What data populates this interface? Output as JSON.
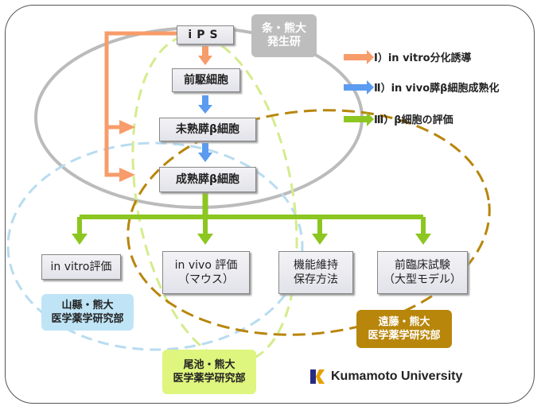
{
  "nodes": {
    "ips": "iPS",
    "precursor": "前駆細胞",
    "immature": "未熟膵β細胞",
    "mature": "成熟膵β細胞",
    "invitro_eval": "in vitro評価",
    "invivo_eval": "in vivo 評価\n（マウス）",
    "function": "機能維持\n保存方法",
    "preclinical": "前臨床試験\n（大型モデル）"
  },
  "groups": {
    "jo": "条・熊大\n発生研",
    "yamagata": "山縣・熊大\n医学薬学研究部",
    "oike": "尾池・熊大\n医学薬学研究部",
    "endo": "遠藤・熊大\n医学薬学研究部"
  },
  "legend": [
    {
      "label": "Ⅰ）in vitro分化誘導",
      "color": "#f79c6b"
    },
    {
      "label": "Ⅱ）in vivo膵β細胞成熟化",
      "color": "#5b9bf0"
    },
    {
      "label": "Ⅲ）β細胞の評価",
      "color": "#8cc620"
    }
  ],
  "logo_text": "Kumamoto University",
  "colors": {
    "orange": "#f79c6b",
    "blue": "#5b9bf0",
    "green": "#8cc620",
    "gray_ellipse": "#bbbbbb",
    "lightblue_ellipse": "#b8dcf0",
    "yellowgreen_ellipse": "#d4ec8c",
    "brown_ellipse": "#b8860b"
  }
}
